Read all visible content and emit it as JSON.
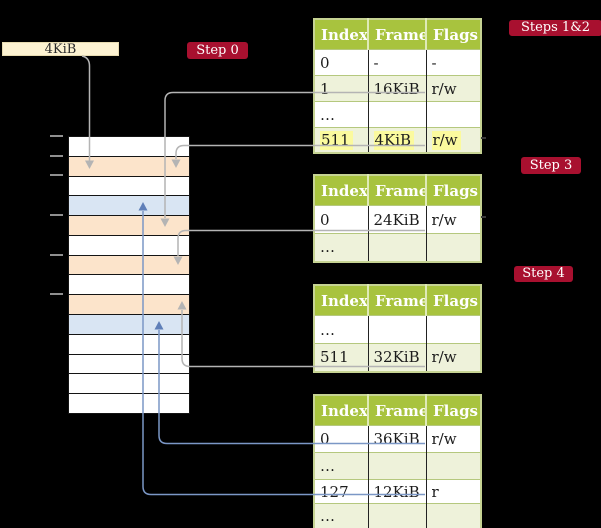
{
  "colors": {
    "crimson": "#a8102f",
    "cream": "#fdf3d2",
    "header_green": "#a8c33e",
    "row_light_green": "#eef2da",
    "table_border": "#c6d393",
    "row_divider": "#b5c87e",
    "highlight_yellow": "#fbfa9e",
    "mem_orange": "#fce4cb",
    "mem_blue": "#d9e5f3",
    "gray_connector": "#b4b4b4",
    "blue_connector": "#7b97c6"
  },
  "page_size_label": {
    "text": "4KiB"
  },
  "step_badges": {
    "step0": "Step 0",
    "steps12": "Steps 1&2",
    "step3": "Step 3",
    "step4": "Step 4"
  },
  "memory": {
    "rows": [
      "white",
      "orange",
      "white",
      "blue",
      "orange",
      "white",
      "orange",
      "white",
      "orange",
      "blue",
      "white",
      "white",
      "white",
      "white"
    ]
  },
  "tables": [
    {
      "headers": [
        "Index",
        "Frame",
        "Flags"
      ],
      "rows": [
        {
          "cells": [
            "0",
            "-",
            "-"
          ]
        },
        {
          "cells": [
            "1",
            "16KiB",
            "r/w"
          ]
        },
        {
          "cells": [
            "…",
            "",
            ""
          ]
        },
        {
          "cells": [
            "511",
            "4KiB",
            "r/w"
          ]
        }
      ]
    },
    {
      "headers": [
        "Index",
        "Frame",
        "Flags"
      ],
      "rows": [
        {
          "cells": [
            "0",
            "24KiB",
            "r/w"
          ]
        },
        {
          "cells": [
            "…",
            "",
            ""
          ]
        }
      ]
    },
    {
      "headers": [
        "Index",
        "Frame",
        "Flags"
      ],
      "rows": [
        {
          "cells": [
            "…",
            "",
            ""
          ]
        },
        {
          "cells": [
            "511",
            "32KiB",
            "r/w"
          ]
        }
      ]
    },
    {
      "headers": [
        "Index",
        "Frame",
        "Flags"
      ],
      "rows": [
        {
          "cells": [
            "0",
            "36KiB",
            "r/w"
          ]
        },
        {
          "cells": [
            "…",
            "",
            ""
          ]
        },
        {
          "cells": [
            "127",
            "12KiB",
            "r"
          ]
        },
        {
          "cells": [
            "…",
            "",
            ""
          ]
        }
      ]
    }
  ]
}
